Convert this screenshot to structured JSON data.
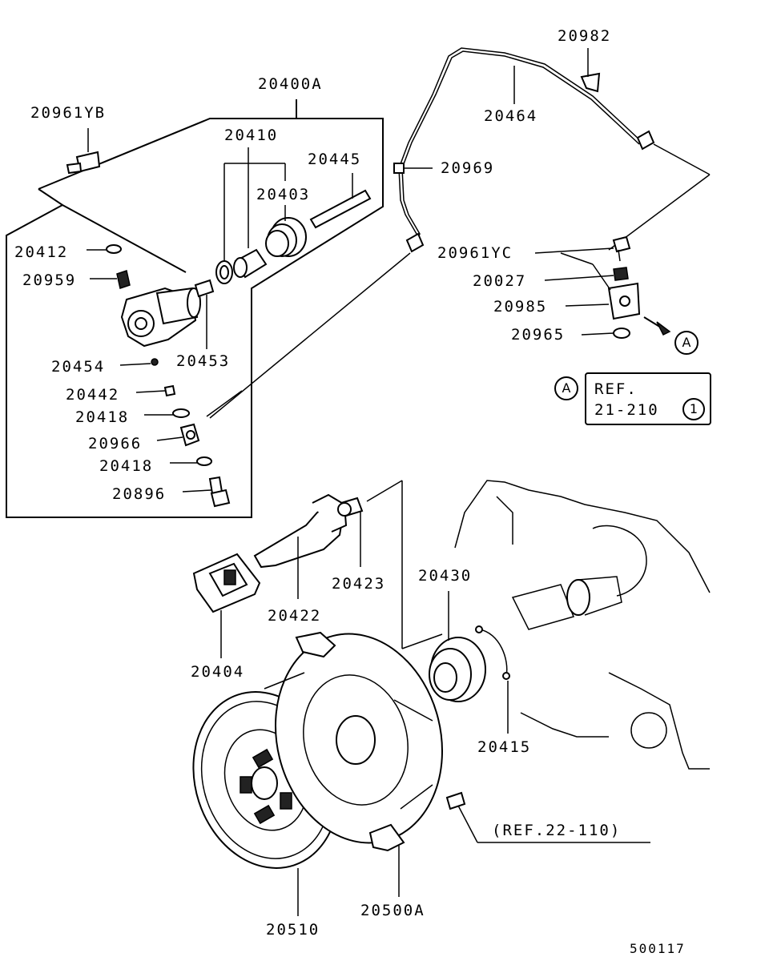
{
  "diagram": {
    "part_numbers": {
      "p20400A": "20400A",
      "p20961YB": "20961YB",
      "p20410": "20410",
      "p20445": "20445",
      "p20403": "20403",
      "p20412": "20412",
      "p20959": "20959",
      "p20453": "20453",
      "p20454": "20454",
      "p20442": "20442",
      "p20418a": "20418",
      "p20966": "20966",
      "p20418b": "20418",
      "p20896": "20896",
      "p20982": "20982",
      "p20464": "20464",
      "p20969": "20969",
      "p20961YC": "20961YC",
      "p20027": "20027",
      "p20985": "20985",
      "p20965": "20965",
      "p20423": "20423",
      "p20430": "20430",
      "p20422": "20422",
      "p20404": "20404",
      "p20415": "20415",
      "p20510": "20510",
      "p20500A": "20500A"
    },
    "callout_a": "A",
    "ref_box": {
      "marker": "A",
      "line1": "REF.",
      "line2": "21-210",
      "circled": "1"
    },
    "ref_bolt": "(REF.22-110)",
    "drawing_code": "500117"
  }
}
